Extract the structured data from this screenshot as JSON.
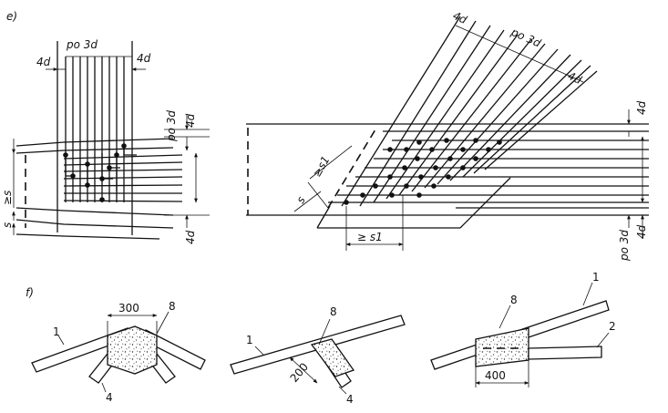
{
  "panel_e": {
    "letter": "e)",
    "left": {
      "spacing_top": "po 3d",
      "anchor_left": "4d",
      "anchor_right": "4d",
      "spacing_right": "po 3d",
      "edge_right": "4d",
      "edge_right_bottom": "4d",
      "min_spacing": "≥s",
      "spacing": "s"
    },
    "right": {
      "anchor_top": "4d",
      "spacing_top": "po 3d",
      "edge_top": "4d",
      "edge_right_top": "4d",
      "min_s1_diag": "≥s1",
      "spacing": "s",
      "min_s1_bottom": "≥ s1",
      "spacing_right_bottom": "po 3d",
      "edge_right_bottom": "4d"
    }
  },
  "panel_f": {
    "letter": "f)",
    "sketch1": {
      "dim": "300",
      "label_1": "1",
      "label_8": "8",
      "label_4": "4"
    },
    "sketch2": {
      "dim": "200",
      "label_1": "1",
      "label_8": "8",
      "label_4": "4"
    },
    "sketch3": {
      "dim": "400",
      "label_1": "1",
      "label_8": "8",
      "label_2": "2"
    }
  }
}
